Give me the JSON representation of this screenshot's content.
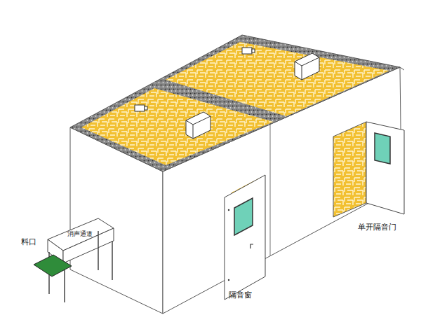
{
  "diagram": {
    "nodes": [
      {
        "text": [
          "消声通道"
        ]
      }
    ],
    "labels": [
      "料口",
      "单开隔音门",
      "隔音窗"
    ]
  }
}
